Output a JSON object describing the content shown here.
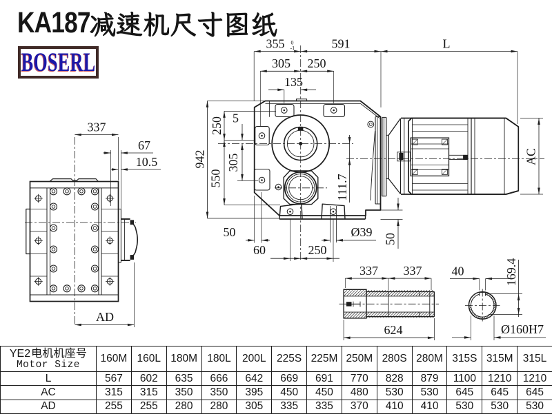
{
  "title": {
    "model": "KA187",
    "cjk": "减速机尺寸图纸",
    "full": "KA187减速机尺寸图纸"
  },
  "logo": {
    "text": "BOSERL"
  },
  "views": {
    "front": {
      "dims": {
        "w337": "337",
        "d67": "67",
        "d105": "10.5",
        "ad": "AD"
      }
    },
    "main": {
      "dims": {
        "d355": "355",
        "d355_tol_top": "0",
        "d355_tol_bot": "-1",
        "d591": "591",
        "dL": "L",
        "d305t": "305",
        "d250t": "250",
        "d135": "135",
        "d942": "942",
        "d250l": "250",
        "d5": "5",
        "d305l": "305",
        "d550": "550",
        "d1117": "111.7",
        "d50a": "50",
        "d60": "60",
        "d250b": "250",
        "d39": "Ø39",
        "d50b": "50",
        "dAC": "AC"
      }
    },
    "shaft": {
      "dims": {
        "d337a": "337",
        "d337b": "337",
        "d624": "624"
      }
    },
    "bore": {
      "dims": {
        "d40": "40",
        "d1694": "169.4",
        "d160": "Ø160H7"
      }
    }
  },
  "table": {
    "header_cn": "YE2电机机座号",
    "header_cn_prefix": "YE2",
    "header_cn_cjk": "电机机座号",
    "header_en": "Motor Size",
    "columns": [
      "160M",
      "160L",
      "180M",
      "180L",
      "200L",
      "225S",
      "225M",
      "250M",
      "280S",
      "280M",
      "315S",
      "315M",
      "315L"
    ],
    "rows": [
      {
        "label": "L",
        "values": [
          "567",
          "602",
          "635",
          "666",
          "642",
          "669",
          "691",
          "770",
          "828",
          "879",
          "1100",
          "1210",
          "1210"
        ]
      },
      {
        "label": "AC",
        "values": [
          "315",
          "315",
          "350",
          "350",
          "395",
          "450",
          "450",
          "480",
          "530",
          "530",
          "645",
          "645",
          "645"
        ]
      },
      {
        "label": "AD",
        "values": [
          "255",
          "255",
          "280",
          "280",
          "305",
          "335",
          "335",
          "370",
          "410",
          "410",
          "530",
          "530",
          "530"
        ]
      }
    ]
  }
}
